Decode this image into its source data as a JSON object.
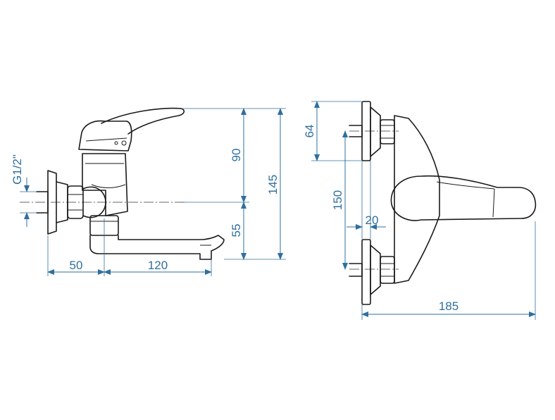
{
  "colors": {
    "dimension": "#2f6f9f",
    "outline": "#1a1a1a",
    "background": "#ffffff"
  },
  "dimensions": {
    "thread": "G1/2\"",
    "d50": "50",
    "d120": "120",
    "d90": "90",
    "d55": "55",
    "d145": "145",
    "d64": "64",
    "d150": "150",
    "d20": "20",
    "d185": "185"
  }
}
